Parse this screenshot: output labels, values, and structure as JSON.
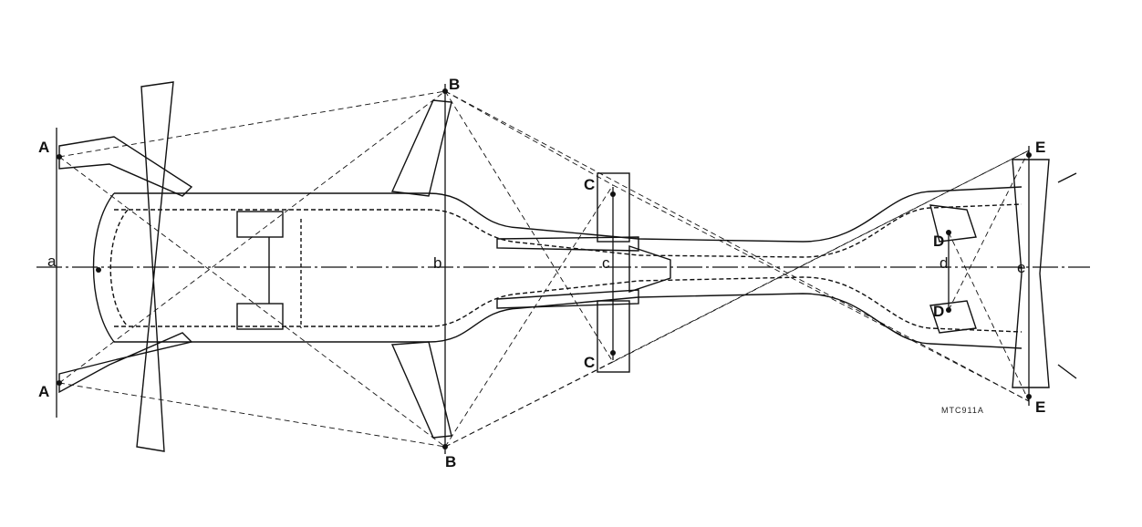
{
  "diagram": {
    "points": {
      "A": "A",
      "B": "B",
      "C": "C",
      "D": "D",
      "E": "E"
    },
    "centerline_labels": {
      "a": "a",
      "b": "b",
      "c": "c",
      "d": "d",
      "e": "e"
    },
    "reference_code": "MTC911A",
    "colors": {
      "line": "#111111",
      "background": "#ffffff"
    }
  }
}
